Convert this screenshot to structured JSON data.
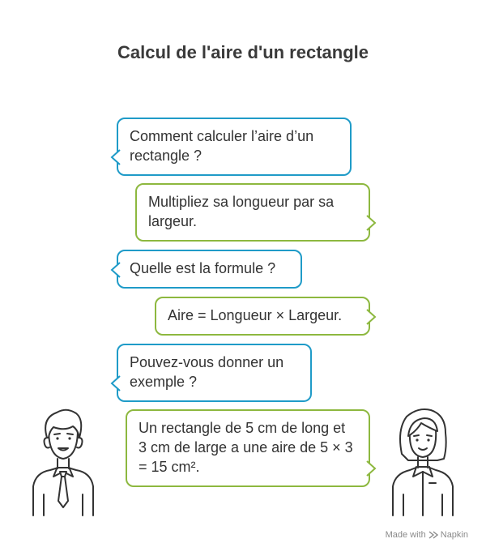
{
  "title": "Calcul de l'aire d'un rectangle",
  "colors": {
    "question": "#1f9bc8",
    "answer": "#8db83f",
    "text": "#333333"
  },
  "conversation": [
    {
      "role": "question",
      "text": "Comment calculer l’aire d’un rectangle ?"
    },
    {
      "role": "answer",
      "text": "Multipliez sa longueur par sa largeur."
    },
    {
      "role": "question",
      "text": "Quelle est la formule ?"
    },
    {
      "role": "answer",
      "text": "Aire = Longueur × Largeur."
    },
    {
      "role": "question",
      "text": "Pouvez-vous donner un exemple ?"
    },
    {
      "role": "answer",
      "text": "Un rectangle de 5 cm de long et 3 cm de large a une aire de 5 × 3 = 15 cm²."
    }
  ],
  "footer": {
    "made_with": "Made with",
    "brand": "Napkin"
  }
}
